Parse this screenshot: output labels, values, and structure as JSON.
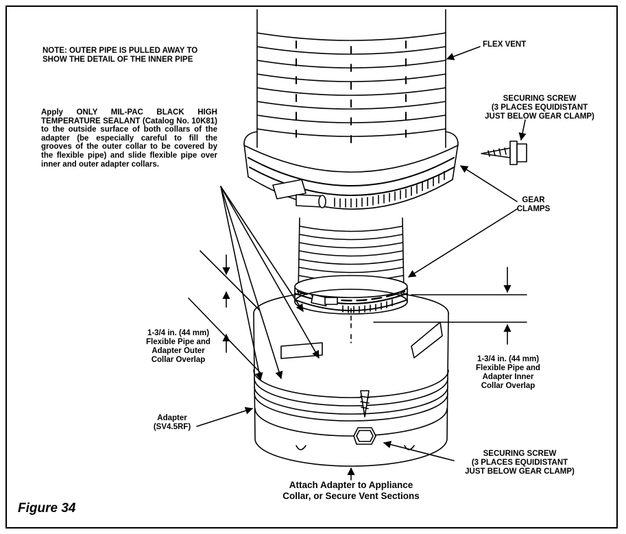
{
  "figure_label": "Figure 34",
  "labels": {
    "note": "NOTE: OUTER PIPE IS PULLED AWAY TO\nSHOW THE DETAIL OF THE INNER PIPE",
    "flex_vent": "FLEX VENT",
    "securing_screw_top": "SECURING SCREW\n(3 PLACES EQUIDISTANT\nJUST BELOW GEAR CLAMP)",
    "sealant_instructions": "Apply ONLY MIL-PAC BLACK HIGH TEMPERATURE SEALANT (Catalog No. 10K81) to the outside surface of both collars of the adapter (be especially careful to fill the grooves of the outer collar to be covered by the flexible pipe) and slide flexible pipe over inner and outer adapter collars.",
    "gear_clamps": "GEAR\nCLAMPS",
    "outer_overlap": "1-3/4 in. (44 mm)\nFlexible Pipe and\nAdapter Outer\nCollar Overlap",
    "inner_overlap": "1-3/4 in. (44 mm)\nFlexible Pipe and\nAdapter Inner\nCollar Overlap",
    "adapter": "Adapter\n(SV4.5RF)",
    "securing_screw_bottom": "SECURING SCREW\n(3 PLACES EQUIDISTANT\nJUST BELOW GEAR CLAMP)",
    "attach": "Attach Adapter to Appliance\nCollar, or Secure Vent Sections"
  },
  "colors": {
    "line": "#000000",
    "background": "#ffffff"
  }
}
